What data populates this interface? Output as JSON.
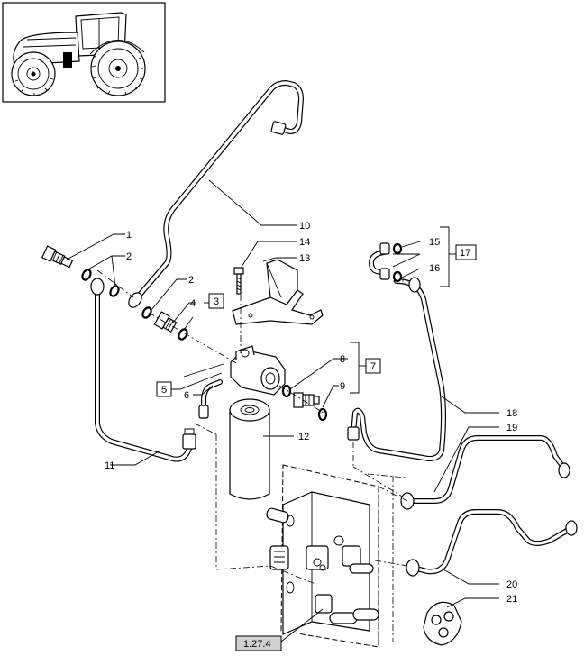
{
  "callouts": {
    "c1": "1",
    "c2a": "2",
    "c2b": "2",
    "c3": "3",
    "c4": "4",
    "c5": "5",
    "c6": "6",
    "c7": "7",
    "c8": "8",
    "c9": "9",
    "c10": "10",
    "c11": "11",
    "c12": "12",
    "c13": "13",
    "c14": "14",
    "c15": "15",
    "c16": "16",
    "c17": "17",
    "c18": "18",
    "c19": "19",
    "c20": "20",
    "c21": "21"
  },
  "reference": {
    "label": "1.27.4"
  },
  "colors": {
    "line": "#000000",
    "background": "#ffffff",
    "reference_box": "#d0d0d0"
  },
  "icons": {
    "thumbnail": "tractor-icon"
  }
}
